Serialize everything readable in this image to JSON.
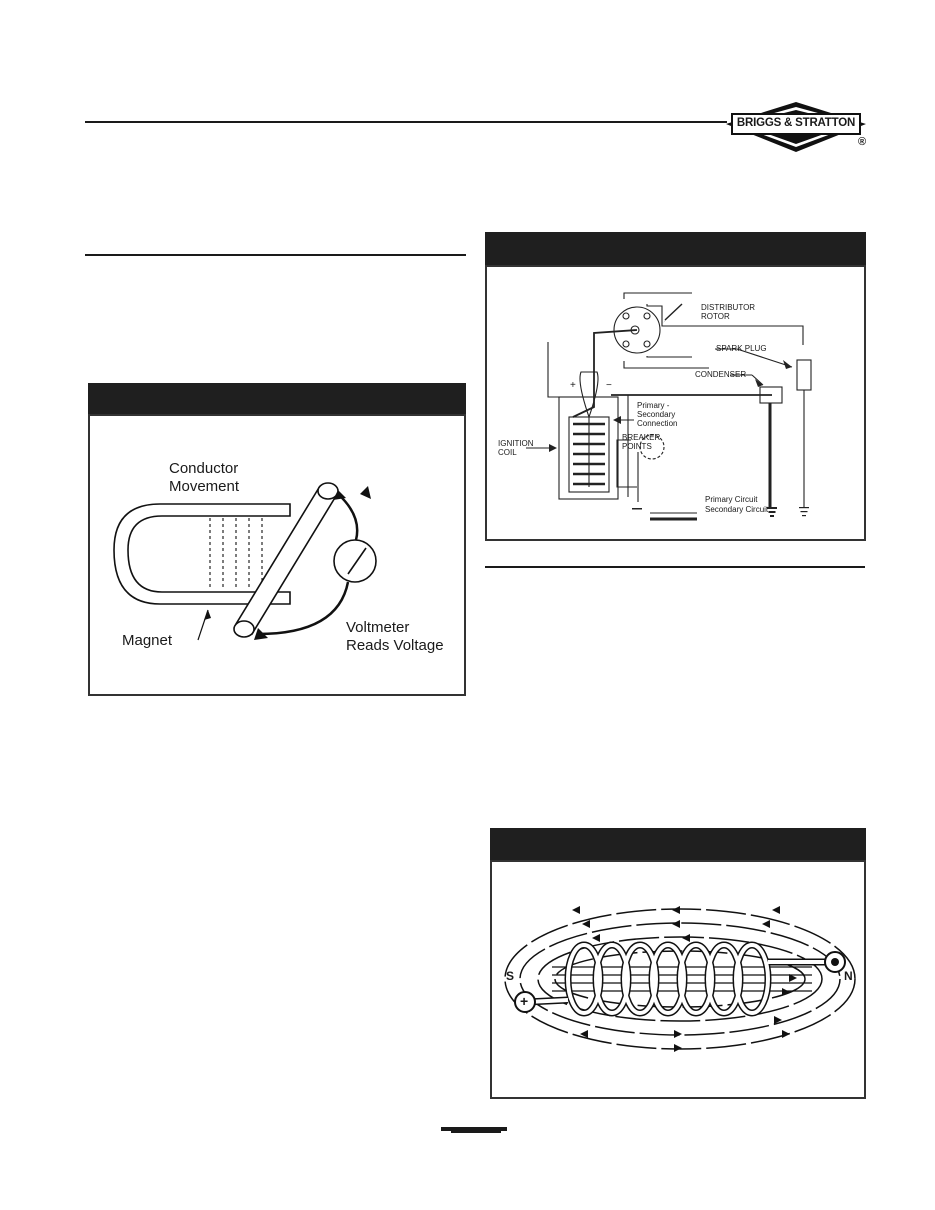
{
  "brand": {
    "logo_text": "BRIGGS & STRATTON",
    "registered_mark": "®"
  },
  "figure_induction": {
    "labels": {
      "conductor_movement_line1": "Conductor",
      "conductor_movement_line2": "Movement",
      "magnet": "Magnet",
      "voltmeter_line1": "Voltmeter",
      "voltmeter_line2": "Reads Voltage"
    }
  },
  "figure_ignition": {
    "labels": {
      "distributor_line1": "DISTRIBUTOR",
      "distributor_line2": "ROTOR",
      "spark_plug": "SPARK PLUG",
      "condenser": "CONDENSER",
      "plus": "+",
      "minus": "−",
      "primary_secondary_line1": "Primary -",
      "primary_secondary_line2": "Secondary",
      "primary_secondary_line3": "Connection",
      "breaker_line1": "BREAKER",
      "breaker_line2": "POINTS",
      "ignition_coil_line1": "IGNITION",
      "ignition_coil_line2": "COIL",
      "primary_circuit": "Primary Circuit",
      "secondary_circuit": "Secondary Circuit"
    }
  },
  "figure_electromagnet": {
    "labels": {
      "south": "S",
      "north": "N",
      "plus": "+"
    }
  }
}
